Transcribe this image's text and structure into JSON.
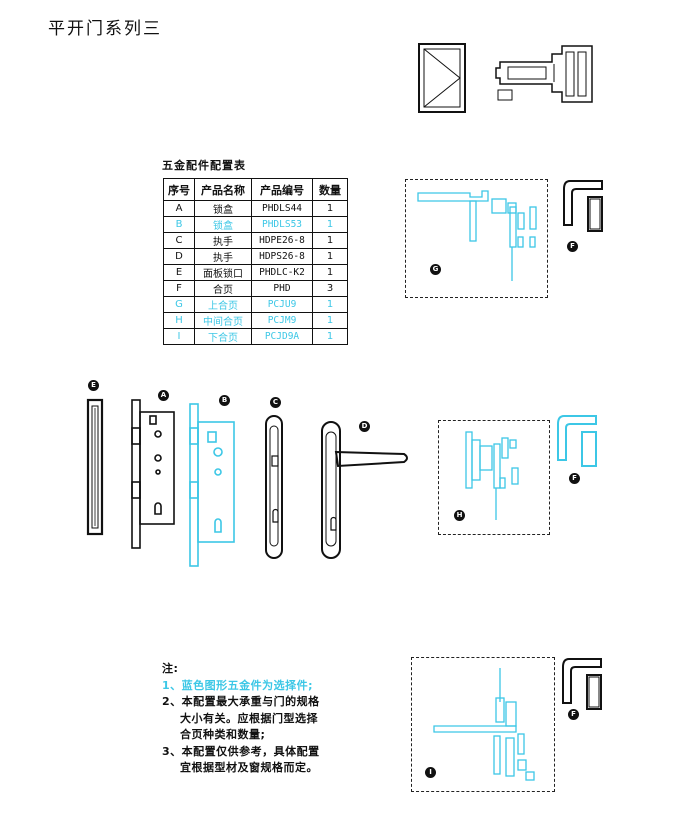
{
  "title": "平开门系列三",
  "table": {
    "title": "五金配件配置表",
    "headers": [
      "序号",
      "产品名称",
      "产品编号",
      "数量"
    ],
    "rows": [
      {
        "id": "A",
        "name": "锁盒",
        "code": "PHDLS44",
        "qty": "1",
        "blue": false
      },
      {
        "id": "B",
        "name": "锁盒",
        "code": "PHDLS53",
        "qty": "1",
        "blue": true
      },
      {
        "id": "C",
        "name": "执手",
        "code": "HDPE26-8",
        "qty": "1",
        "blue": false
      },
      {
        "id": "D",
        "name": "执手",
        "code": "HDPS26-8",
        "qty": "1",
        "blue": false
      },
      {
        "id": "E",
        "name": "面板锁口",
        "code": "PHDLC-K2",
        "qty": "1",
        "blue": false
      },
      {
        "id": "F",
        "name": "合页",
        "code": "PHD",
        "qty": "3",
        "blue": false
      },
      {
        "id": "G",
        "name": "上合页",
        "code": "PCJU9",
        "qty": "1",
        "blue": true
      },
      {
        "id": "H",
        "name": "中间合页",
        "code": "PCJM9",
        "qty": "1",
        "blue": true
      },
      {
        "id": "I",
        "name": "下合页",
        "code": "PCJD9A",
        "qty": "1",
        "blue": true
      }
    ]
  },
  "notes": {
    "heading": "注:",
    "line1": "1、蓝色图形五金件为选择件;",
    "line2a": "2、本配置最大承重与门的规格",
    "line2b": "大小有关。应根据门型选择",
    "line2c": "合页种类和数量;",
    "line3a": "3、本配置仅供参考，具体配置",
    "line3b": "宜根据型材及窗规格而定。"
  },
  "labels": {
    "A": "A",
    "B": "B",
    "C": "C",
    "D": "D",
    "E": "E",
    "F": "F",
    "G": "G",
    "H": "H",
    "I": "I"
  },
  "colors": {
    "accent": "#3cc7e6",
    "ink": "#111111"
  }
}
